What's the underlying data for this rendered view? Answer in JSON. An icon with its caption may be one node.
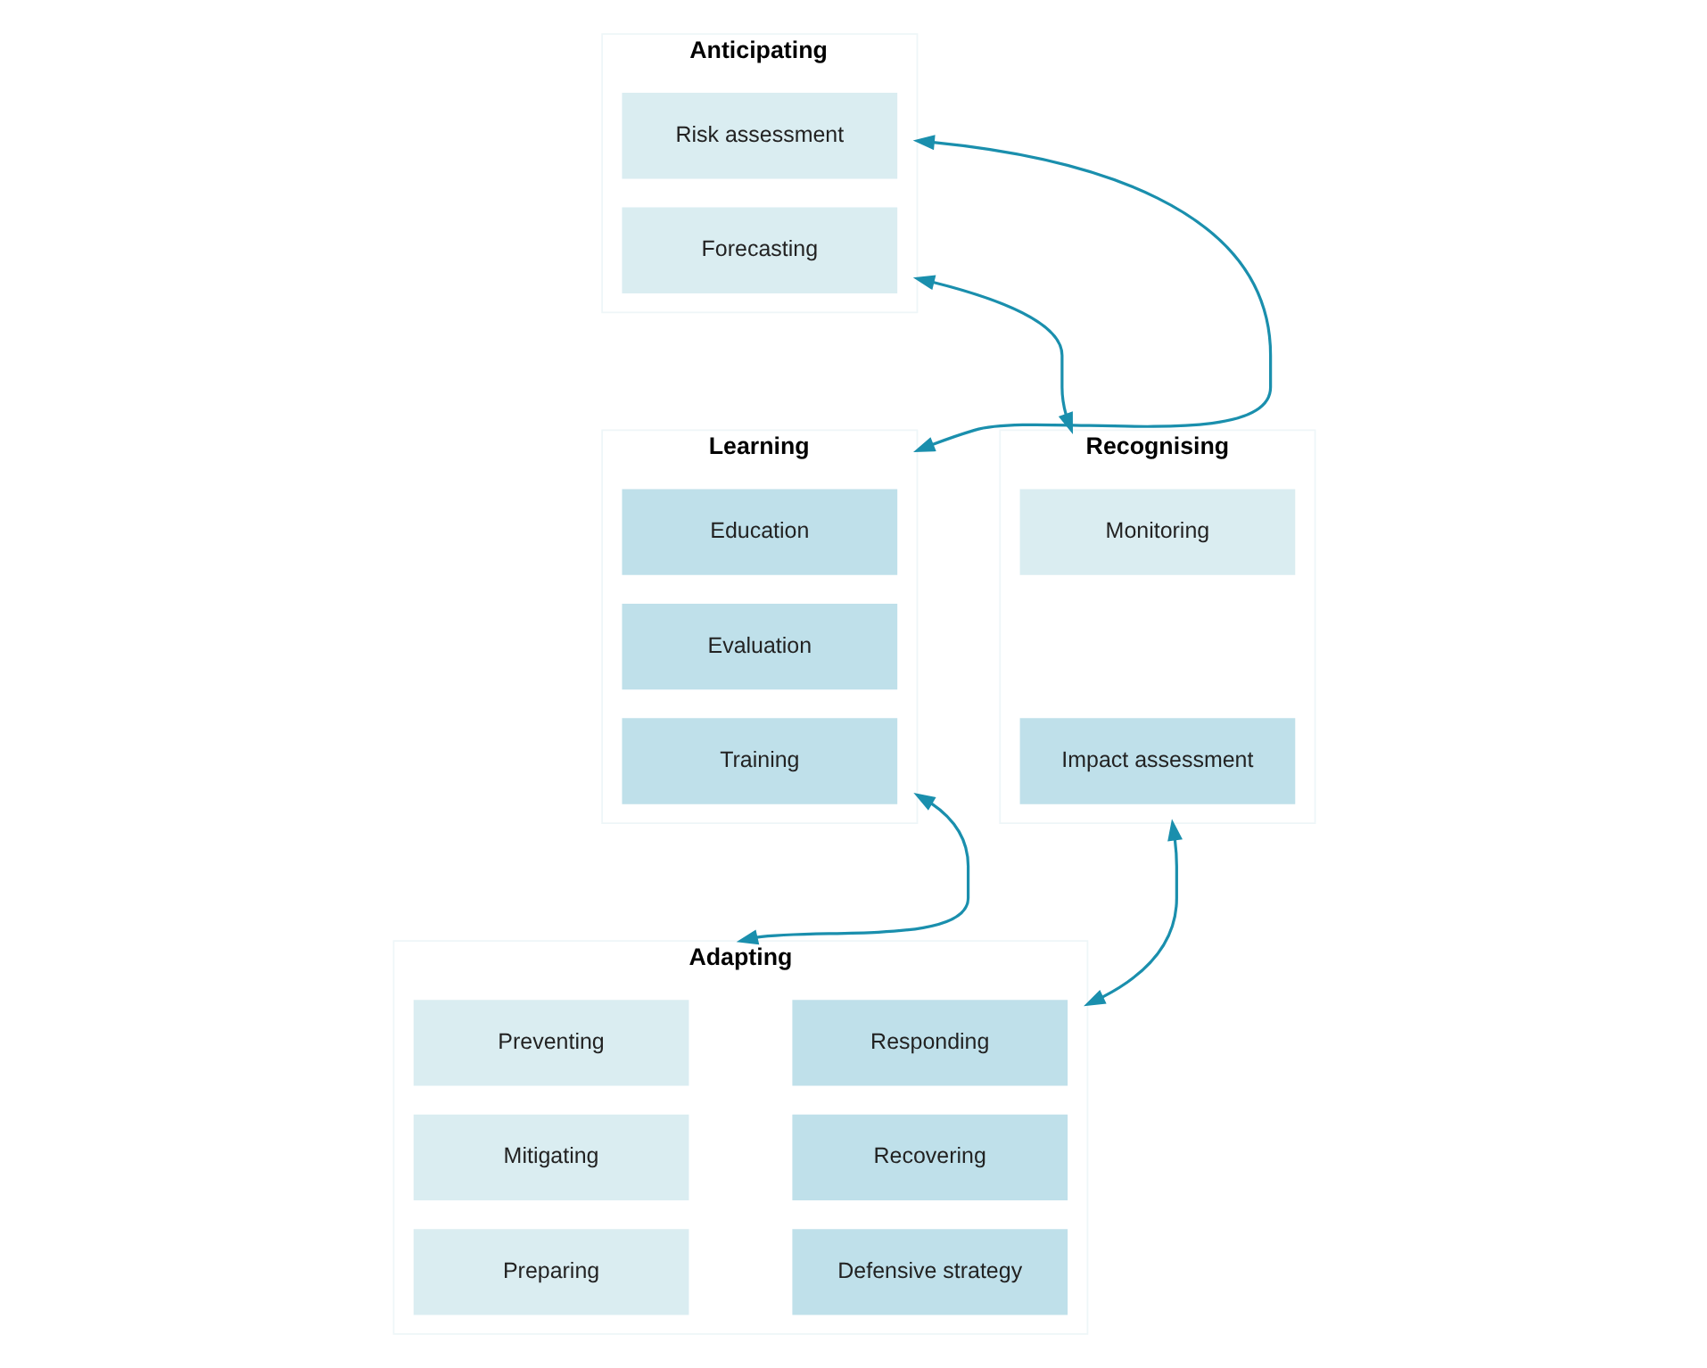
{
  "diagram": {
    "nodes": [
      {
        "text": [
          "Anticipating"
        ]
      },
      {
        "text": [
          "Risk assessment"
        ],
        "in": 0
      },
      {
        "text": [
          "Forecasting"
        ],
        "in": 0
      },
      {
        "text": [
          "Recognising"
        ]
      },
      {
        "text": [
          "Monitoring"
        ],
        "in": 3
      },
      {
        "text": [
          "Impact assessment"
        ],
        "in": 3
      },
      {
        "text": [
          "Adapting"
        ]
      },
      {
        "text": [
          "Preventing"
        ],
        "in": 6
      },
      {
        "text": [
          "Responding"
        ],
        "in": 6
      },
      {
        "text": [
          "Mitigating"
        ],
        "in": 6
      },
      {
        "text": [
          "Recovering"
        ],
        "in": 6
      },
      {
        "text": [
          "Preparing"
        ],
        "in": 6
      },
      {
        "text": [
          "Defensive strategy"
        ],
        "in": 6
      },
      {
        "text": [
          "Learning"
        ]
      },
      {
        "text": [
          "Education"
        ],
        "in": 13
      },
      {
        "text": [
          "Evaluation"
        ],
        "in": 13
      },
      {
        "text": [
          "Training"
        ],
        "in": 13
      }
    ],
    "edges": [
      {
        "from": 0,
        "to": 3,
        "arrow": "both"
      },
      {
        "from": 3,
        "to": 6,
        "arrow": "both"
      },
      {
        "from": 6,
        "to": 13,
        "arrow": "both"
      },
      {
        "from": 13,
        "to": 0,
        "arrow": "both"
      }
    ]
  }
}
